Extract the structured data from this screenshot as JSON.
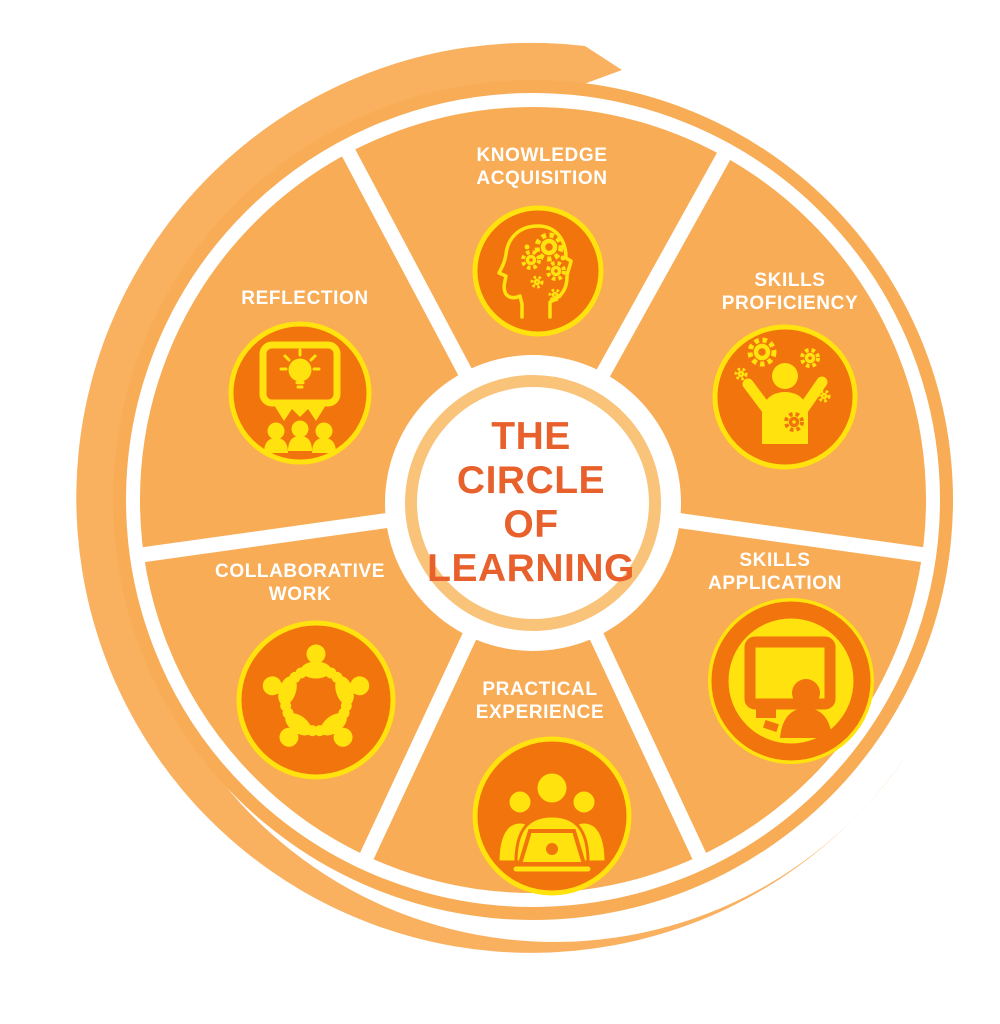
{
  "title": {
    "line1": "THE",
    "line2": "CIRCLE",
    "line3": "OF",
    "line4": "LEARNING"
  },
  "segments": [
    {
      "label_line1": "KNOWLEDGE",
      "label_line2": "ACQUISITION",
      "icon": "head-gears-icon"
    },
    {
      "label_line1": "SKILLS",
      "label_line2": "PROFICIENCY",
      "icon": "juggling-gears-icon"
    },
    {
      "label_line1": "SKILLS",
      "label_line2": "APPLICATION",
      "icon": "person-screen-icon"
    },
    {
      "label_line1": "PRACTICAL",
      "label_line2": "EXPERIENCE",
      "icon": "team-laptop-icon"
    },
    {
      "label_line1": "COLLABORATIVE",
      "label_line2": "WORK",
      "icon": "people-around-circle-icon"
    },
    {
      "label_line1": "REFLECTION",
      "icon": "idea-presentation-icon"
    }
  ],
  "colors": {
    "wheel_orange": "#F8AC55",
    "swoosh_orange": "#F9B160",
    "icon_orange": "#F2740C",
    "accent_yellow": "#FFE20E",
    "halo_orange": "#F9C379",
    "title_orange": "#E8612C",
    "label_white": "#FFFFFF"
  }
}
